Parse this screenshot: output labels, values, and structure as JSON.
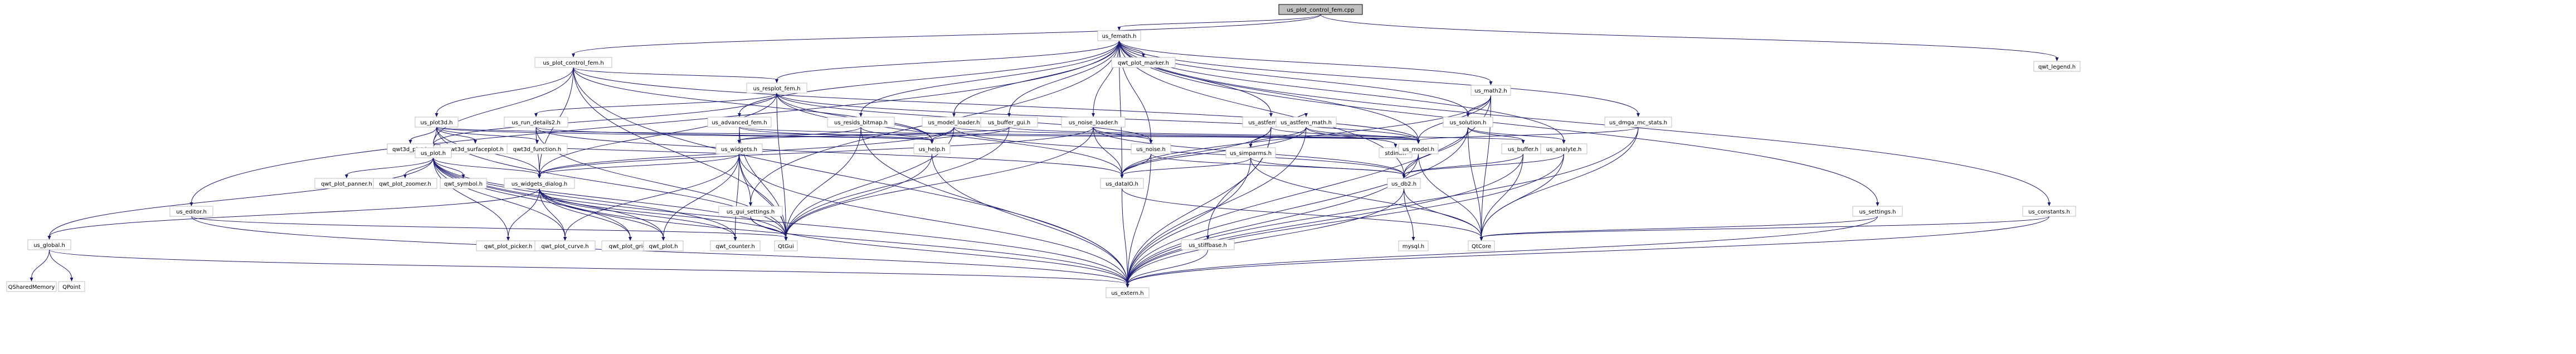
{
  "diagram": {
    "root": "us_plot_control_fem.cpp",
    "nodes": [
      {
        "id": "cpp",
        "label": "us_plot_control_fem.cpp",
        "root": true
      },
      {
        "id": "femath",
        "label": "us_femath.h"
      },
      {
        "id": "qwtlegend",
        "label": "qwt_legend.h"
      },
      {
        "id": "pcf",
        "label": "us_plot_control_fem.h"
      },
      {
        "id": "qwtplotmarker",
        "label": "qwt_plot_marker.h"
      },
      {
        "id": "resplotfem",
        "label": "us_resplot_fem.h"
      },
      {
        "id": "astfemrsa",
        "label": "us_astfem_rsa.h"
      },
      {
        "id": "math2",
        "label": "us_math2.h"
      },
      {
        "id": "dmgamcstats",
        "label": "us_dmga_mc_stats.h"
      },
      {
        "id": "plot3d",
        "label": "us_plot3d.h"
      },
      {
        "id": "rundetails2",
        "label": "us_run_details2.h"
      },
      {
        "id": "advancedfem",
        "label": "us_advanced_fem.h"
      },
      {
        "id": "resids",
        "label": "us_resids_bitmap.h"
      },
      {
        "id": "modelloader",
        "label": "us_model_loader.h"
      },
      {
        "id": "buffergui",
        "label": "us_buffer_gui.h"
      },
      {
        "id": "noiseloader",
        "label": "us_noise_loader.h"
      },
      {
        "id": "astfemmath",
        "label": "us_astfem_math.h"
      },
      {
        "id": "solution",
        "label": "us_solution.h"
      },
      {
        "id": "settings",
        "label": "us_settings.h"
      },
      {
        "id": "constants",
        "label": "us_constants.h"
      },
      {
        "id": "qwt3dplot",
        "label": "qwt3d_plot.h"
      },
      {
        "id": "qwt3dsurface",
        "label": "qwt3d_surfaceplot.h"
      },
      {
        "id": "qwt3dfunction",
        "label": "qwt3d_function.h"
      },
      {
        "id": "widgets",
        "label": "us_widgets.h"
      },
      {
        "id": "help",
        "label": "us_help.h"
      },
      {
        "id": "noise",
        "label": "us_noise.h"
      },
      {
        "id": "simparms",
        "label": "us_simparms.h"
      },
      {
        "id": "stdint",
        "label": "stdint.h"
      },
      {
        "id": "model",
        "label": "us_model.h"
      },
      {
        "id": "buffer",
        "label": "us_buffer.h"
      },
      {
        "id": "analyte",
        "label": "us_analyte.h"
      },
      {
        "id": "plot",
        "label": "us_plot.h"
      },
      {
        "id": "editor",
        "label": "us_editor.h"
      },
      {
        "id": "guisettings",
        "label": "us_gui_settings.h"
      },
      {
        "id": "dataio",
        "label": "us_dataIO.h"
      },
      {
        "id": "db2",
        "label": "us_db2.h"
      },
      {
        "id": "qwtplotpanner",
        "label": "qwt_plot_panner.h"
      },
      {
        "id": "qwtplotzoomer",
        "label": "qwt_plot_zoomer.h"
      },
      {
        "id": "qwtsymbol",
        "label": "qwt_symbol.h"
      },
      {
        "id": "widgetsdialog",
        "label": "us_widgets_dialog.h"
      },
      {
        "id": "global",
        "label": "us_global.h"
      },
      {
        "id": "qwtplotpicker",
        "label": "qwt_plot_picker.h"
      },
      {
        "id": "qwtplotcurve",
        "label": "qwt_plot_curve.h"
      },
      {
        "id": "qwtplotgrid",
        "label": "qwt_plot_grid.h"
      },
      {
        "id": "qwtplot",
        "label": "qwt_plot.h"
      },
      {
        "id": "qwtcounter",
        "label": "qwt_counter.h"
      },
      {
        "id": "qtgui",
        "label": "QtGui"
      },
      {
        "id": "mysql",
        "label": "mysql.h"
      },
      {
        "id": "qtcore",
        "label": "QtCore"
      },
      {
        "id": "stiffbase",
        "label": "us_stiffbase.h"
      },
      {
        "id": "qshared",
        "label": "QSharedMemory"
      },
      {
        "id": "qpoint",
        "label": "QPoint"
      },
      {
        "id": "extern",
        "label": "us_extern.h"
      }
    ],
    "edges": [
      [
        "cpp",
        "femath"
      ],
      [
        "cpp",
        "qwtlegend"
      ],
      [
        "cpp",
        "pcf"
      ],
      [
        "femath",
        "qwtplotmarker"
      ],
      [
        "femath",
        "resplotfem"
      ],
      [
        "femath",
        "astfemrsa"
      ],
      [
        "femath",
        "math2"
      ],
      [
        "femath",
        "dmgamcstats"
      ],
      [
        "femath",
        "settings"
      ],
      [
        "femath",
        "constants"
      ],
      [
        "femath",
        "editor"
      ],
      [
        "femath",
        "guisettings"
      ],
      [
        "femath",
        "dataio"
      ],
      [
        "femath",
        "model"
      ],
      [
        "femath",
        "db2"
      ],
      [
        "femath",
        "noise"
      ],
      [
        "femath",
        "advancedfem"
      ],
      [
        "femath",
        "resids"
      ],
      [
        "femath",
        "modelloader"
      ],
      [
        "femath",
        "buffergui"
      ],
      [
        "femath",
        "noiseloader"
      ],
      [
        "femath",
        "solution"
      ],
      [
        "femath",
        "analyte"
      ],
      [
        "pcf",
        "plot3d"
      ],
      [
        "pcf",
        "plot"
      ],
      [
        "pcf",
        "resplotfem"
      ],
      [
        "pcf",
        "help"
      ],
      [
        "pcf",
        "widgetsdialog"
      ],
      [
        "pcf",
        "qtgui"
      ],
      [
        "pcf",
        "extern"
      ],
      [
        "pcf",
        "model"
      ],
      [
        "resplotfem",
        "rundetails2"
      ],
      [
        "resplotfem",
        "plot"
      ],
      [
        "resplotfem",
        "widgetsdialog"
      ],
      [
        "resplotfem",
        "help"
      ],
      [
        "resplotfem",
        "dataio"
      ],
      [
        "resplotfem",
        "noise"
      ],
      [
        "resplotfem",
        "model"
      ],
      [
        "resplotfem",
        "qtgui"
      ],
      [
        "astfemrsa",
        "astfemmath"
      ],
      [
        "astfemrsa",
        "simparms"
      ],
      [
        "astfemrsa",
        "stiffbase"
      ],
      [
        "astfemrsa",
        "model"
      ],
      [
        "astfemrsa",
        "dataio"
      ],
      [
        "astfemrsa",
        "extern"
      ],
      [
        "math2",
        "solution"
      ],
      [
        "math2",
        "model"
      ],
      [
        "math2",
        "dataio"
      ],
      [
        "math2",
        "qtcore"
      ],
      [
        "math2",
        "extern"
      ],
      [
        "dmgamcstats",
        "model"
      ],
      [
        "dmgamcstats",
        "qtcore"
      ],
      [
        "dmgamcstats",
        "extern"
      ],
      [
        "plot3d",
        "qwt3dplot"
      ],
      [
        "plot3d",
        "qwt3dsurface"
      ],
      [
        "plot3d",
        "qwt3dfunction"
      ],
      [
        "plot3d",
        "plot"
      ],
      [
        "plot3d",
        "widgetsdialog"
      ],
      [
        "plot3d",
        "help"
      ],
      [
        "plot3d",
        "qtgui"
      ],
      [
        "plot3d",
        "model"
      ],
      [
        "rundetails2",
        "widgetsdialog"
      ],
      [
        "rundetails2",
        "help"
      ],
      [
        "rundetails2",
        "dataio"
      ],
      [
        "rundetails2",
        "qtgui"
      ],
      [
        "advancedfem",
        "widgets"
      ],
      [
        "advancedfem",
        "help"
      ],
      [
        "advancedfem",
        "model"
      ],
      [
        "advancedfem",
        "qtgui"
      ],
      [
        "resids",
        "widgets"
      ],
      [
        "resids",
        "help"
      ],
      [
        "resids",
        "qtgui"
      ],
      [
        "resids",
        "extern"
      ],
      [
        "modelloader",
        "widgetsdialog"
      ],
      [
        "modelloader",
        "help"
      ],
      [
        "modelloader",
        "model"
      ],
      [
        "modelloader",
        "db2"
      ],
      [
        "modelloader",
        "qtgui"
      ],
      [
        "buffergui",
        "widgets"
      ],
      [
        "buffergui",
        "help"
      ],
      [
        "buffergui",
        "buffer"
      ],
      [
        "buffergui",
        "qtgui"
      ],
      [
        "noiseloader",
        "widgetsdialog"
      ],
      [
        "noiseloader",
        "noise"
      ],
      [
        "noiseloader",
        "dataio"
      ],
      [
        "noiseloader",
        "db2"
      ],
      [
        "noiseloader",
        "qtgui"
      ],
      [
        "astfemmath",
        "simparms"
      ],
      [
        "astfemmath",
        "stdint"
      ],
      [
        "astfemmath",
        "model"
      ],
      [
        "astfemmath",
        "dataio"
      ],
      [
        "astfemmath",
        "extern"
      ],
      [
        "solution",
        "buffer"
      ],
      [
        "solution",
        "analyte"
      ],
      [
        "solution",
        "db2"
      ],
      [
        "solution",
        "qtcore"
      ],
      [
        "solution",
        "extern"
      ],
      [
        "settings",
        "qtcore"
      ],
      [
        "settings",
        "extern"
      ],
      [
        "constants",
        "qtcore"
      ],
      [
        "constants",
        "extern"
      ],
      [
        "widgets",
        "guisettings"
      ],
      [
        "widgets",
        "widgetsdialog"
      ],
      [
        "widgets",
        "plot"
      ],
      [
        "widgets",
        "qwtcounter"
      ],
      [
        "widgets",
        "qwtplot"
      ],
      [
        "widgets",
        "qwtplotcurve"
      ],
      [
        "widgets",
        "qtgui"
      ],
      [
        "widgets",
        "extern"
      ],
      [
        "help",
        "qtgui"
      ],
      [
        "help",
        "extern"
      ],
      [
        "noise",
        "dataio"
      ],
      [
        "noise",
        "db2"
      ],
      [
        "noise",
        "extern"
      ],
      [
        "simparms",
        "db2"
      ],
      [
        "simparms",
        "dataio"
      ],
      [
        "simparms",
        "qtcore"
      ],
      [
        "simparms",
        "extern"
      ],
      [
        "model",
        "db2"
      ],
      [
        "model",
        "qtcore"
      ],
      [
        "model",
        "extern"
      ],
      [
        "buffer",
        "db2"
      ],
      [
        "buffer",
        "qtcore"
      ],
      [
        "buffer",
        "extern"
      ],
      [
        "analyte",
        "db2"
      ],
      [
        "analyte",
        "qtcore"
      ],
      [
        "analyte",
        "extern"
      ],
      [
        "plot",
        "qwtplotpanner"
      ],
      [
        "plot",
        "qwtplotzoomer"
      ],
      [
        "plot",
        "qwtsymbol"
      ],
      [
        "plot",
        "widgetsdialog"
      ],
      [
        "plot",
        "global"
      ],
      [
        "plot",
        "qwtplotpicker"
      ],
      [
        "plot",
        "qwtplotcurve"
      ],
      [
        "plot",
        "qwtplotgrid"
      ],
      [
        "plot",
        "qwtplot"
      ],
      [
        "plot",
        "qwtcounter"
      ],
      [
        "plot",
        "qtgui"
      ],
      [
        "plot",
        "extern"
      ],
      [
        "editor",
        "qtgui"
      ],
      [
        "editor",
        "extern"
      ],
      [
        "guisettings",
        "qtgui"
      ],
      [
        "guisettings",
        "extern"
      ],
      [
        "dataio",
        "extern"
      ],
      [
        "dataio",
        "qtcore"
      ],
      [
        "db2",
        "mysql"
      ],
      [
        "db2",
        "qtcore"
      ],
      [
        "db2",
        "extern"
      ],
      [
        "widgetsdialog",
        "global"
      ],
      [
        "widgetsdialog",
        "qwtplotpicker"
      ],
      [
        "widgetsdialog",
        "qwtplotcurve"
      ],
      [
        "widgetsdialog",
        "qwtplotgrid"
      ],
      [
        "widgetsdialog",
        "qwtplot"
      ],
      [
        "widgetsdialog",
        "qwtcounter"
      ],
      [
        "widgetsdialog",
        "qtgui"
      ],
      [
        "widgetsdialog",
        "extern"
      ],
      [
        "global",
        "qshared"
      ],
      [
        "global",
        "qpoint"
      ],
      [
        "global",
        "extern"
      ],
      [
        "stiffbase",
        "extern"
      ]
    ]
  }
}
